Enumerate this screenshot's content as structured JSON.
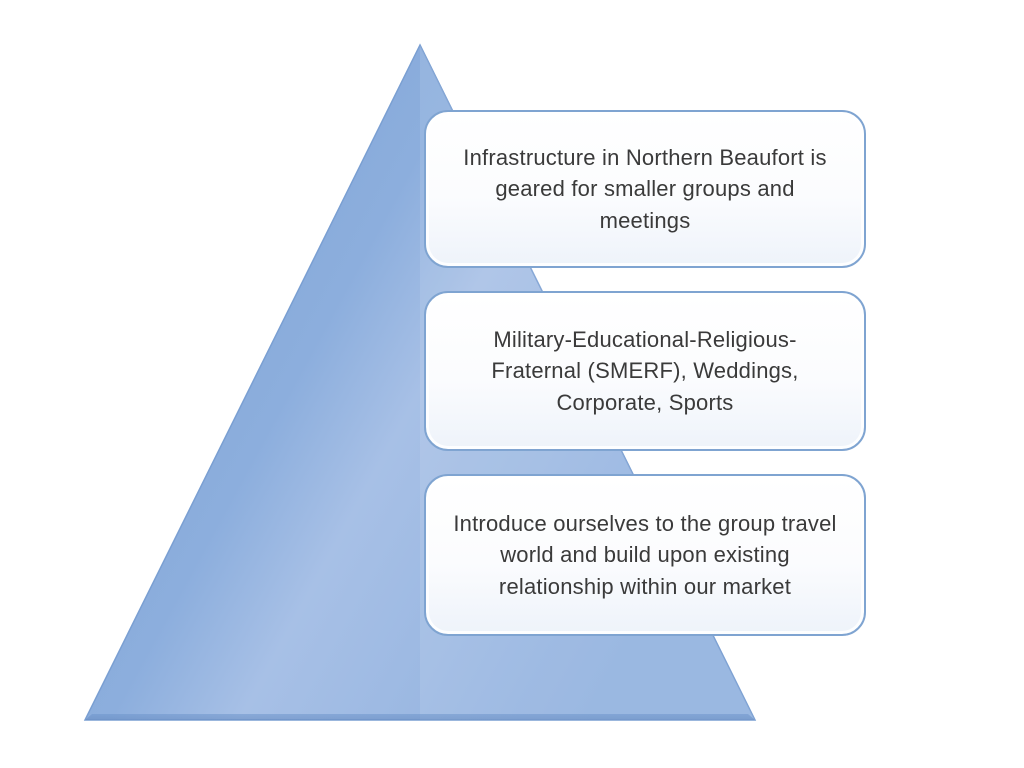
{
  "diagram": {
    "type": "pyramid-list",
    "pyramid_color": "#8caedd",
    "pyramid_color_dark": "#7b9fd3",
    "pyramid_highlight": "#aac2e6",
    "box_border_color": "#7fa4d1",
    "boxes": [
      {
        "text": "Infrastructure in Northern Beaufort is geared for smaller groups and meetings"
      },
      {
        "text": "Military-Educational-Religious-Fraternal (SMERF), Weddings, Corporate, Sports"
      },
      {
        "text": "Introduce ourselves to the group travel world and build upon existing relationship within our market"
      }
    ]
  }
}
